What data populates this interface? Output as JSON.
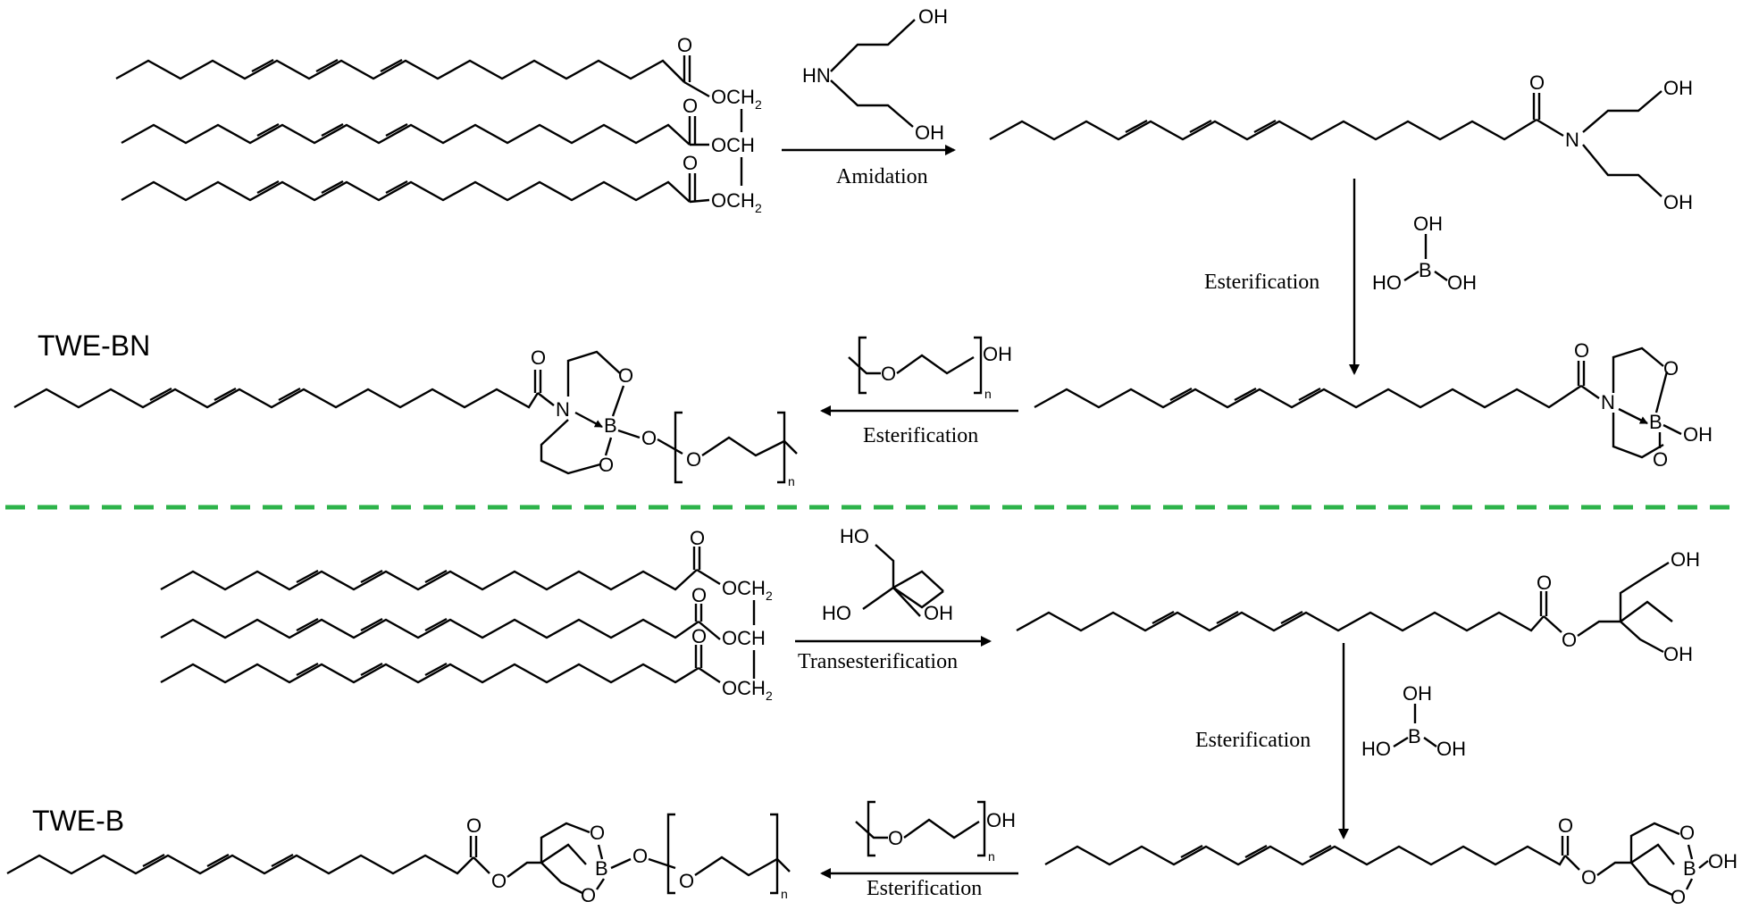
{
  "labels": {
    "top_product": "TWE-BN",
    "bottom_product": "TWE-B"
  },
  "reactions": {
    "amidation": "Amidation",
    "esterification": "Esterification",
    "transesterification": "Transesterification"
  },
  "atoms": {
    "O": "O",
    "OH": "OH",
    "HO": "HO",
    "HN": "HN",
    "N": "N",
    "B": "B",
    "n": "n",
    "OCH2": "OCH",
    "sub2": "2",
    "OCH": "OCH"
  },
  "colors": {
    "divider": "#2db34a",
    "ink": "#000000",
    "background": "#ffffff"
  }
}
